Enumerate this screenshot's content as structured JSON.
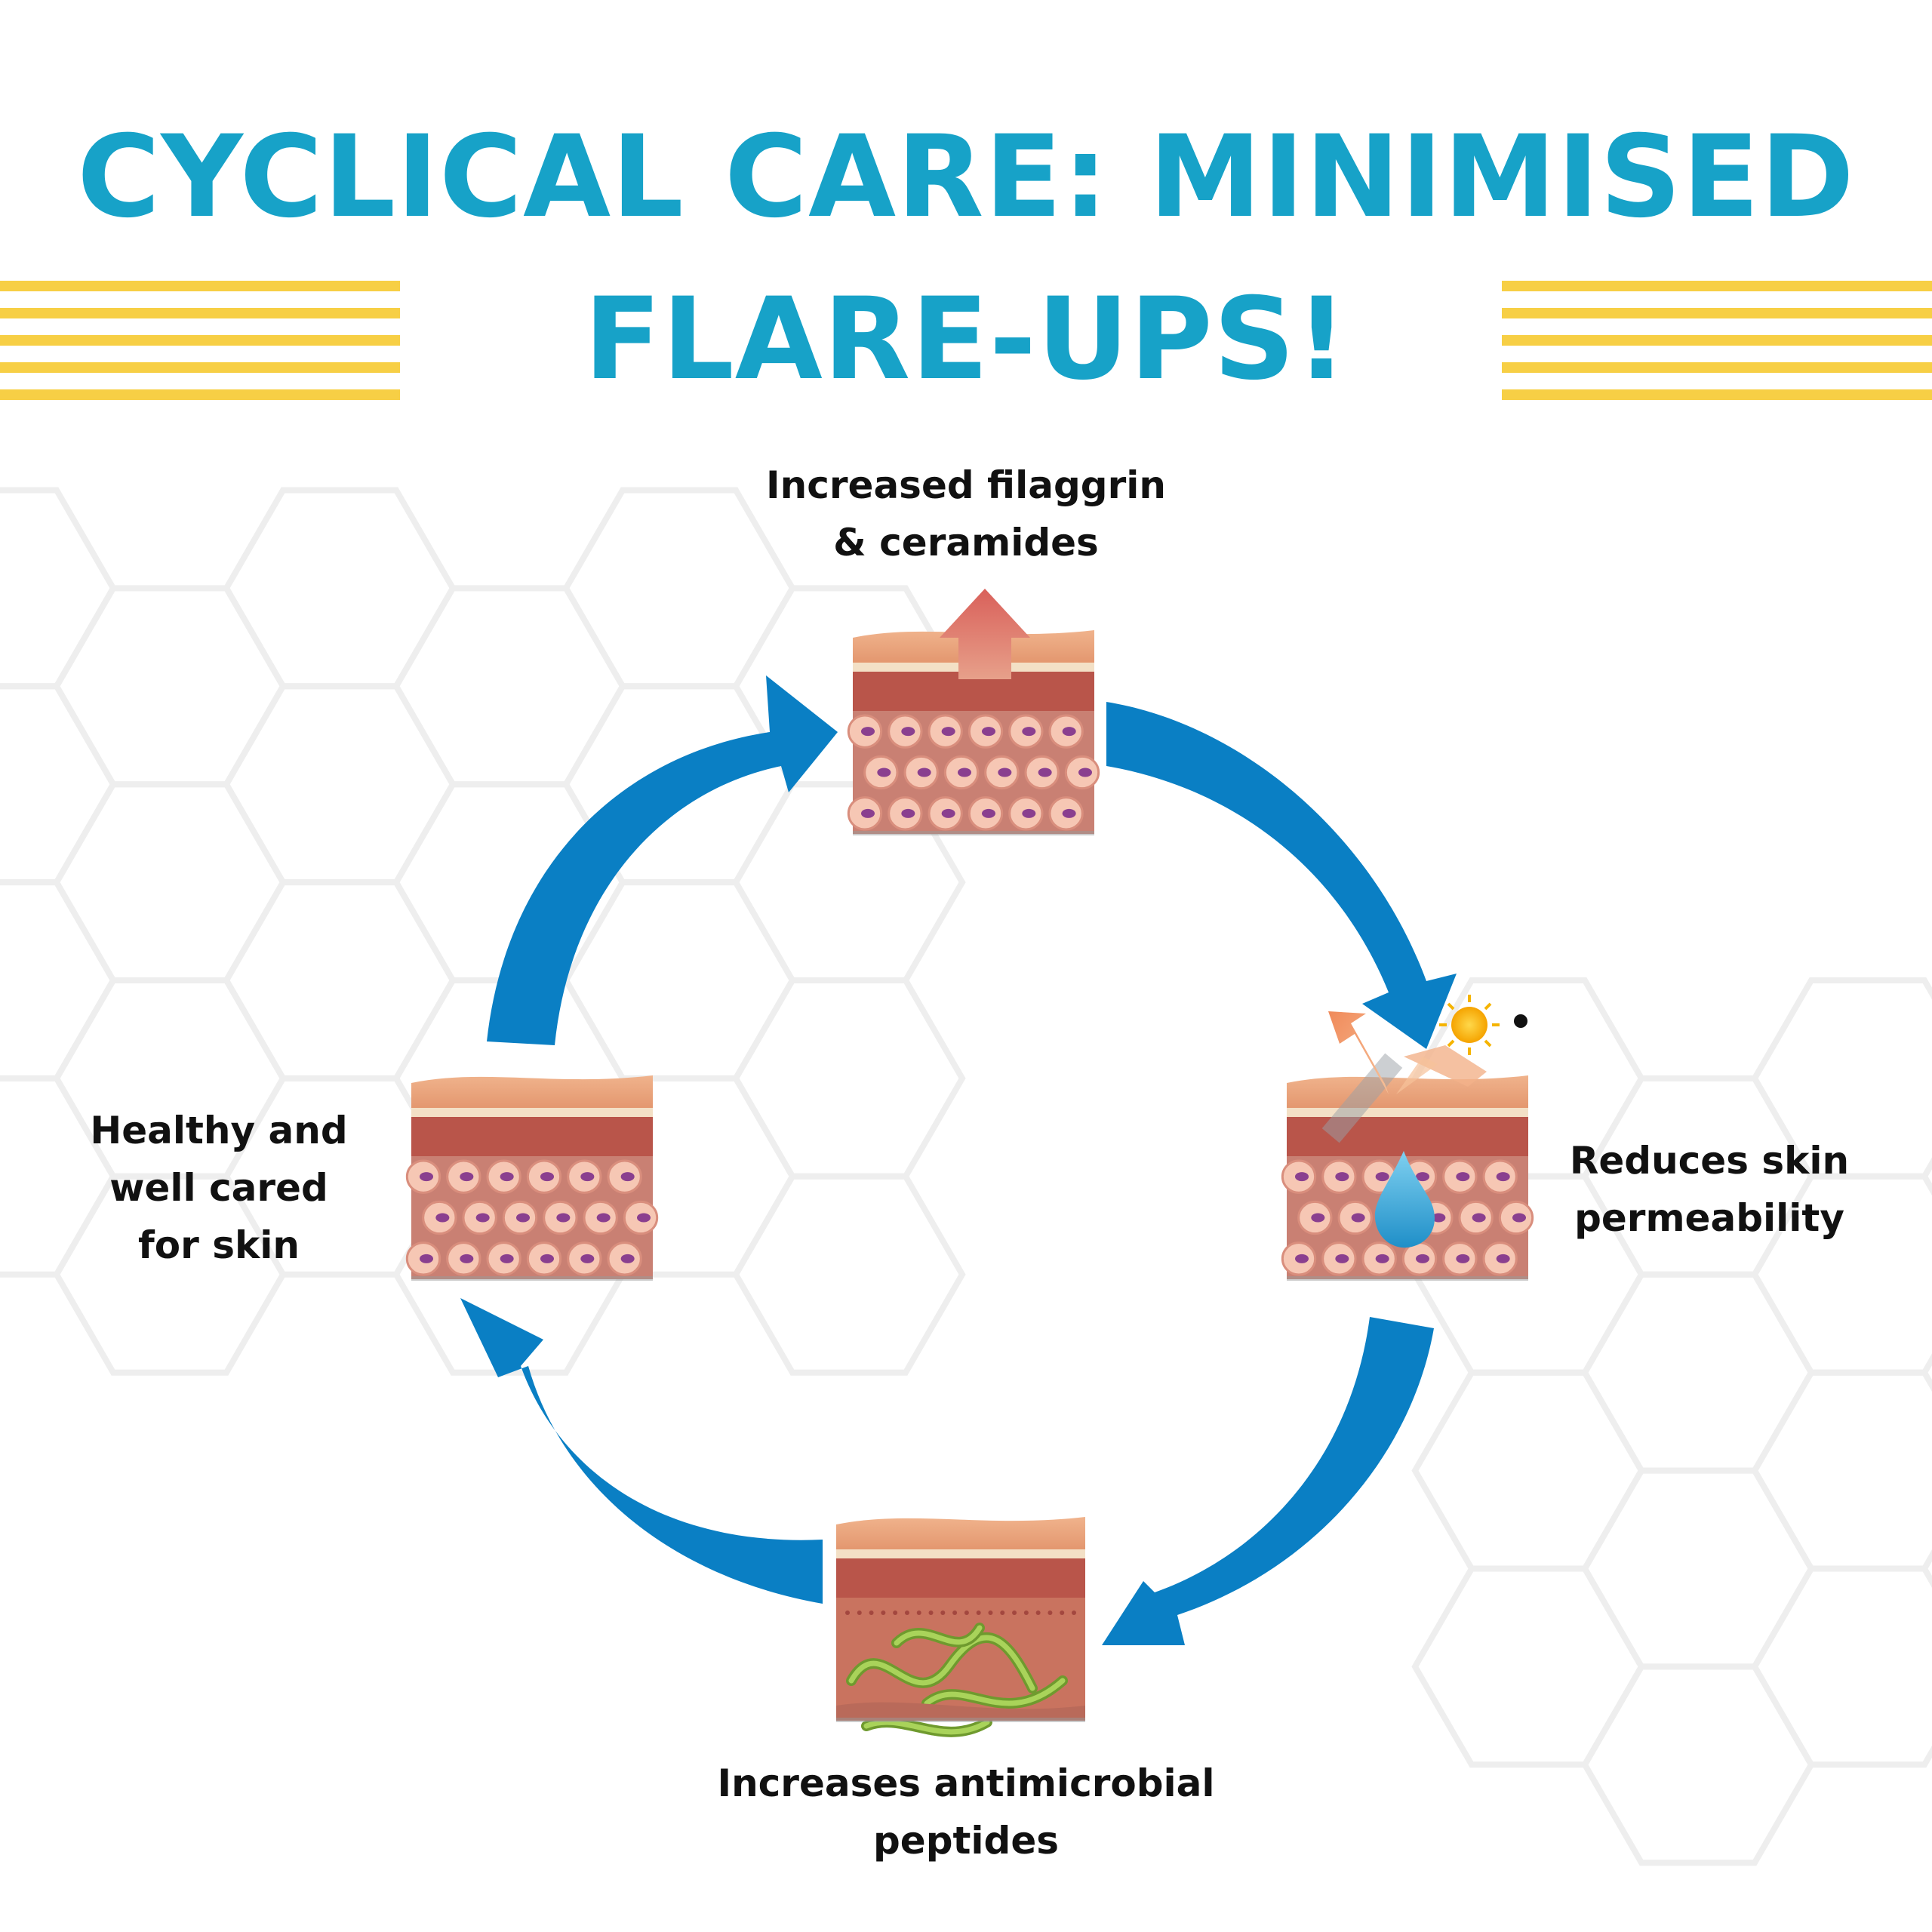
{
  "title": {
    "line1": "CYCLICAL CARE: MINIMISED",
    "line2": "FLARE-UPS!"
  },
  "stages": [
    {
      "id": "top",
      "lines": [
        "Increased filaggrin",
        "& ceramides"
      ]
    },
    {
      "id": "right",
      "lines": [
        "Reduces skin",
        "permeability"
      ]
    },
    {
      "id": "bottom",
      "lines": [
        "Increases antimicrobial",
        "peptides"
      ]
    },
    {
      "id": "left",
      "lines": [
        "Healthy and",
        "well cared",
        "for skin"
      ]
    }
  ],
  "colors": {
    "title": "#17a2c8",
    "arrow": "#0a7fc4",
    "stripes": "#f7cf45",
    "skin_top": "#e9a27a",
    "skin_cells": "#f6c7b4",
    "nucleus": "#8a3f8f"
  }
}
